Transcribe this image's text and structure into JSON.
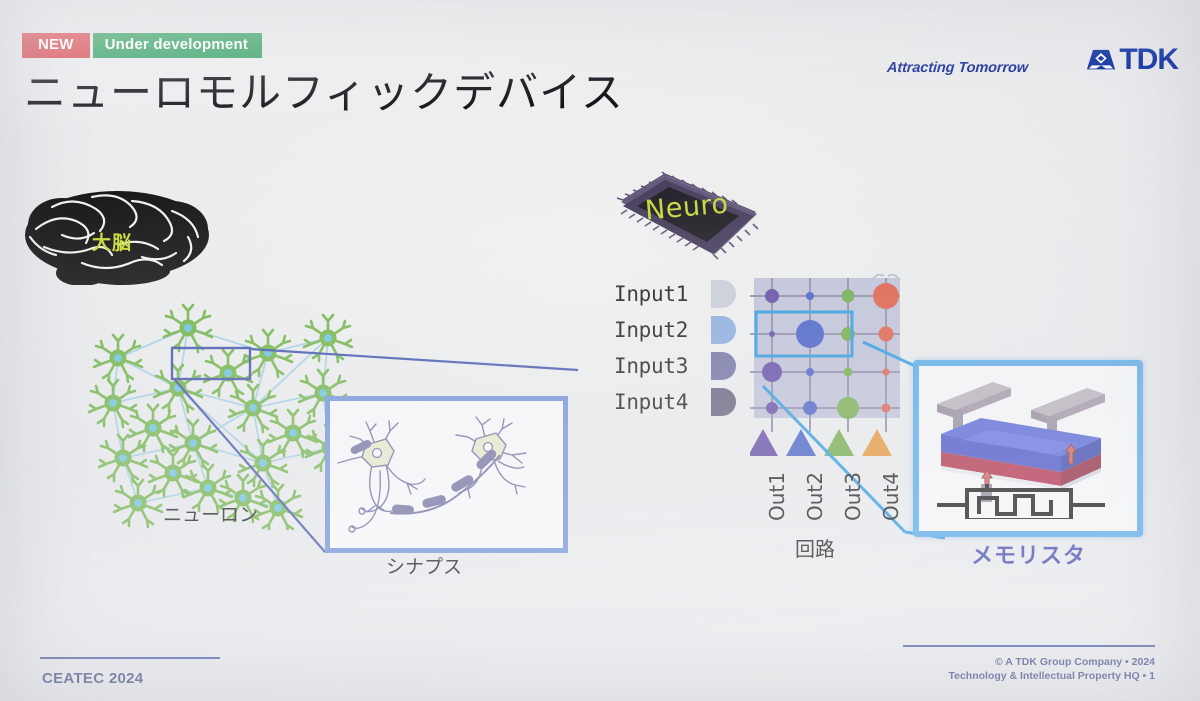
{
  "slide": {
    "background_color": "#eceded",
    "badges": [
      {
        "label": "NEW",
        "color": "#d9474e"
      },
      {
        "label": "Under development",
        "color": "#2f9e60"
      }
    ],
    "title": "ニューロモルフィックデバイス",
    "brand": {
      "tagline": "Attracting Tomorrow",
      "logo_text": "TDK",
      "logo_icon": "tdk-diamond-icon",
      "color": "#1d3fa8"
    },
    "footer": {
      "left": "CEATEC 2024",
      "copyright": "© A TDK Group Company • 2024",
      "department": "Technology & Intellectual Property HQ • 1",
      "rule_color": "#41569e"
    }
  },
  "left_panel": {
    "brain_label": "大脳",
    "brain_label_color": "#c9d92e",
    "brain_color": "#111111",
    "neuron_label": "ニューロン",
    "synapse_label": "シナプス",
    "neuron_color": "#6cb33f",
    "neuron_nucleus_color": "#66c3dd",
    "callout_color": "#3a4ea8",
    "synapse_box_border": "#6b8ed8"
  },
  "center_panel": {
    "chip_label": "Neuro",
    "chip_label_color": "#c2d730",
    "chip_body_color": "#120f16",
    "chip_frame_color": "#5b4f73",
    "inputs": [
      {
        "label": "Input1",
        "color": "#c7ccd6"
      },
      {
        "label": "Input2",
        "color": "#86aade"
      },
      {
        "label": "Input3",
        "color": "#6b6b9e"
      },
      {
        "label": "Input4",
        "color": "#5b5873"
      }
    ],
    "outputs": [
      {
        "label": "Out1",
        "color": "#5b3fa0"
      },
      {
        "label": "Out2",
        "color": "#3b55c4"
      },
      {
        "label": "Out3",
        "color": "#6aa83c"
      },
      {
        "label": "Out4",
        "color": "#e8922a"
      }
    ],
    "circuit_label": "回路",
    "crossbar": {
      "panel_color": "#b9bcd6",
      "wire_color": "#8b87a5",
      "column_colors": [
        "#5b3fa0",
        "#3b55c4",
        "#6aa83c",
        "#e0553c"
      ],
      "node_sizes": [
        [
          11,
          6,
          10,
          20
        ],
        [
          4,
          22,
          11,
          11
        ],
        [
          16,
          6,
          7,
          5
        ],
        [
          9,
          11,
          17,
          7
        ]
      ],
      "highlight_color": "#2196e0"
    }
  },
  "right_panel": {
    "memristor_label": "メモリスタ",
    "memristor_label_color": "#3a3fa6",
    "box_border_color": "#4ea6e8",
    "device_colors": {
      "top_electrode": "#9b8c9e",
      "upper_layer": "#3b47c4",
      "lower_layer": "#b0243f",
      "arrow": "#d9534f",
      "symbol": "#0a0a0a"
    }
  }
}
